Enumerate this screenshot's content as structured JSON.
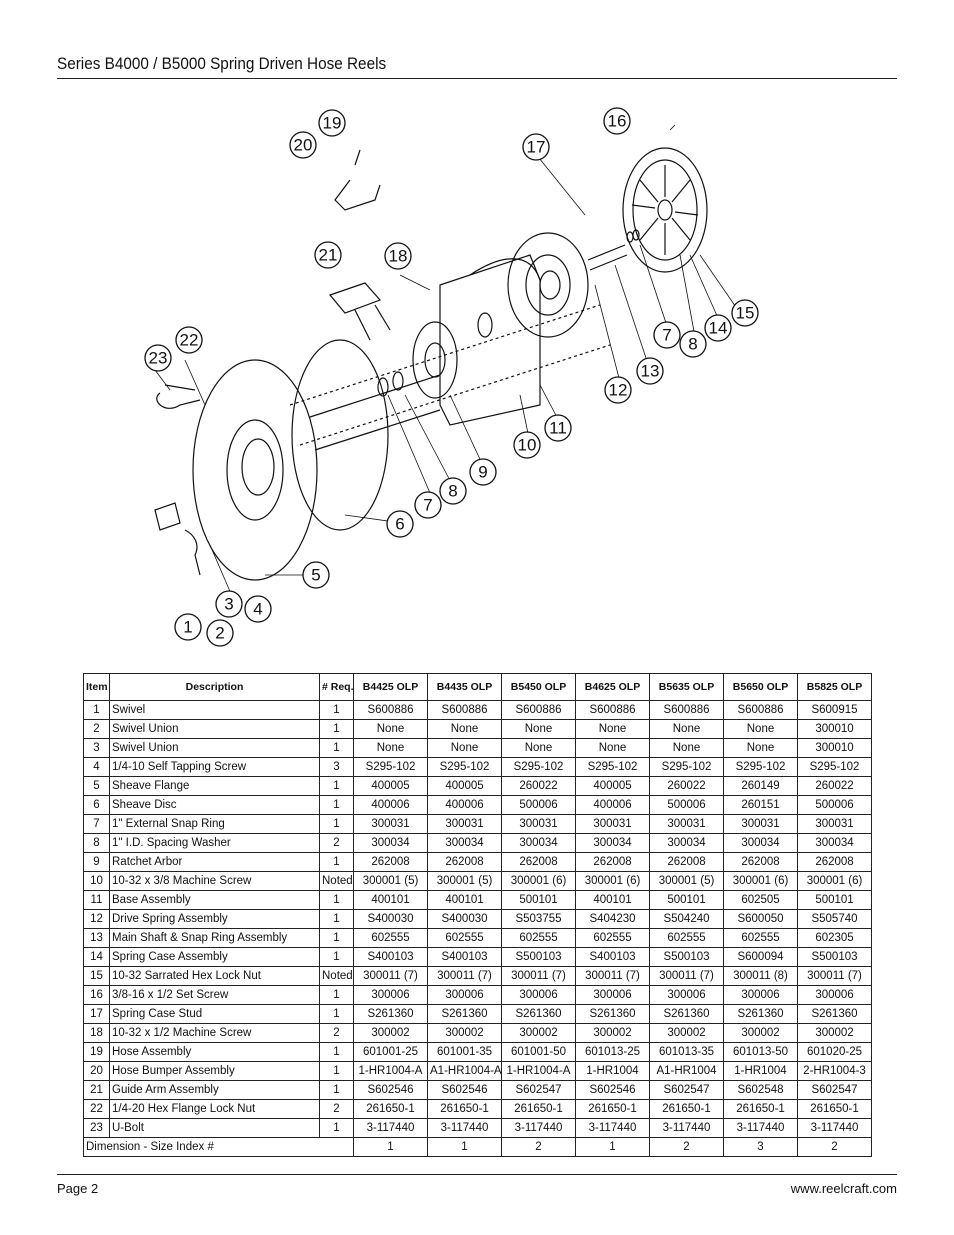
{
  "header": {
    "title": "Series B4000 / B5000 Spring Driven Hose Reels"
  },
  "footer": {
    "page": "Page 2",
    "website": "www.reelcraft.com"
  },
  "diagram": {
    "callouts": [
      "19",
      "20",
      "16",
      "17",
      "21",
      "18",
      "22",
      "23",
      "15",
      "14",
      "7",
      "8",
      "13",
      "12",
      "11",
      "10",
      "9",
      "8",
      "7",
      "6",
      "5",
      "3",
      "4",
      "1",
      "2"
    ]
  },
  "table": {
    "headers": {
      "item": "Item #",
      "description": "Description",
      "req": "# Req.",
      "models": [
        "B4425 OLP",
        "B4435 OLP",
        "B5450 OLP",
        "B4625 OLP",
        "B5635 OLP",
        "B5650 OLP",
        "B5825 OLP"
      ]
    },
    "rows": [
      {
        "item": "1",
        "desc": "Swivel",
        "req": "1",
        "vals": [
          "S600886",
          "S600886",
          "S600886",
          "S600886",
          "S600886",
          "S600886",
          "S600915"
        ]
      },
      {
        "item": "2",
        "desc": "Swivel Union",
        "req": "1",
        "vals": [
          "None",
          "None",
          "None",
          "None",
          "None",
          "None",
          "300010"
        ]
      },
      {
        "item": "3",
        "desc": "Swivel Union",
        "req": "1",
        "vals": [
          "None",
          "None",
          "None",
          "None",
          "None",
          "None",
          "300010"
        ]
      },
      {
        "item": "4",
        "desc": "1/4-10 Self Tapping Screw",
        "req": "3",
        "vals": [
          "S295-102",
          "S295-102",
          "S295-102",
          "S295-102",
          "S295-102",
          "S295-102",
          "S295-102"
        ]
      },
      {
        "item": "5",
        "desc": "Sheave Flange",
        "req": "1",
        "vals": [
          "400005",
          "400005",
          "260022",
          "400005",
          "260022",
          "260149",
          "260022"
        ]
      },
      {
        "item": "6",
        "desc": "Sheave Disc",
        "req": "1",
        "vals": [
          "400006",
          "400006",
          "500006",
          "400006",
          "500006",
          "260151",
          "500006"
        ]
      },
      {
        "item": "7",
        "desc": "1\" External Snap Ring",
        "req": "1",
        "vals": [
          "300031",
          "300031",
          "300031",
          "300031",
          "300031",
          "300031",
          "300031"
        ]
      },
      {
        "item": "8",
        "desc": "1\" I.D. Spacing Washer",
        "req": "2",
        "vals": [
          "300034",
          "300034",
          "300034",
          "300034",
          "300034",
          "300034",
          "300034"
        ]
      },
      {
        "item": "9",
        "desc": "Ratchet Arbor",
        "req": "1",
        "vals": [
          "262008",
          "262008",
          "262008",
          "262008",
          "262008",
          "262008",
          "262008"
        ]
      },
      {
        "item": "10",
        "desc": "10-32 x 3/8 Machine Screw",
        "req": "Noted",
        "vals": [
          "300001 (5)",
          "300001 (5)",
          "300001 (6)",
          "300001 (6)",
          "300001 (5)",
          "300001 (6)",
          "300001 (6)"
        ]
      },
      {
        "item": "11",
        "desc": "Base Assembly",
        "req": "1",
        "vals": [
          "400101",
          "400101",
          "500101",
          "400101",
          "500101",
          "602505",
          "500101"
        ]
      },
      {
        "item": "12",
        "desc": "Drive Spring Assembly",
        "req": "1",
        "vals": [
          "S400030",
          "S400030",
          "S503755",
          "S404230",
          "S504240",
          "S600050",
          "S505740"
        ]
      },
      {
        "item": "13",
        "desc": "Main Shaft & Snap Ring Assembly",
        "req": "1",
        "vals": [
          "602555",
          "602555",
          "602555",
          "602555",
          "602555",
          "602555",
          "602305"
        ]
      },
      {
        "item": "14",
        "desc": "Spring Case Assembly",
        "req": "1",
        "vals": [
          "S400103",
          "S400103",
          "S500103",
          "S400103",
          "S500103",
          "S600094",
          "S500103"
        ]
      },
      {
        "item": "15",
        "desc": "10-32 Sarrated Hex Lock Nut",
        "req": "Noted",
        "vals": [
          "300011 (7)",
          "300011 (7)",
          "300011 (7)",
          "300011 (7)",
          "300011 (7)",
          "300011 (8)",
          "300011 (7)"
        ]
      },
      {
        "item": "16",
        "desc": "3/8-16 x 1/2 Set Screw",
        "req": "1",
        "vals": [
          "300006",
          "300006",
          "300006",
          "300006",
          "300006",
          "300006",
          "300006"
        ]
      },
      {
        "item": "17",
        "desc": "Spring Case Stud",
        "req": "1",
        "vals": [
          "S261360",
          "S261360",
          "S261360",
          "S261360",
          "S261360",
          "S261360",
          "S261360"
        ]
      },
      {
        "item": "18",
        "desc": "10-32 x 1/2 Machine Screw",
        "req": "2",
        "vals": [
          "300002",
          "300002",
          "300002",
          "300002",
          "300002",
          "300002",
          "300002"
        ]
      },
      {
        "item": "19",
        "desc": "Hose Assembly",
        "req": "1",
        "vals": [
          "601001-25",
          "601001-35",
          "601001-50",
          "601013-25",
          "601013-35",
          "601013-50",
          "601020-25"
        ]
      },
      {
        "item": "20",
        "desc": "Hose Bumper Assembly",
        "req": "1",
        "vals": [
          "1-HR1004-A",
          "A1-HR1004-A",
          "1-HR1004-A",
          "1-HR1004",
          "A1-HR1004",
          "1-HR1004",
          "2-HR1004-3"
        ]
      },
      {
        "item": "21",
        "desc": "Guide Arm Assembly",
        "req": "1",
        "vals": [
          "S602546",
          "S602546",
          "S602547",
          "S602546",
          "S602547",
          "S602548",
          "S602547"
        ]
      },
      {
        "item": "22",
        "desc": "1/4-20 Hex Flange Lock Nut",
        "req": "2",
        "vals": [
          "261650-1",
          "261650-1",
          "261650-1",
          "261650-1",
          "261650-1",
          "261650-1",
          "261650-1"
        ]
      },
      {
        "item": "23",
        "desc": "U-Bolt",
        "req": "1",
        "vals": [
          "3-117440",
          "3-117440",
          "3-117440",
          "3-117440",
          "3-117440",
          "3-117440",
          "3-117440"
        ]
      }
    ],
    "dimension": {
      "label": "Dimension - Size Index #",
      "vals": [
        "1",
        "1",
        "2",
        "1",
        "2",
        "3",
        "2"
      ]
    }
  }
}
